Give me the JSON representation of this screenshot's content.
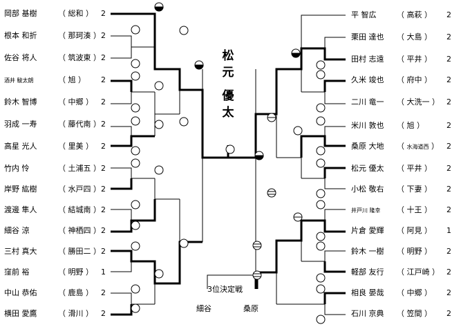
{
  "champion": {
    "chars": [
      "松",
      "元",
      "優",
      "太"
    ]
  },
  "third_place": {
    "title": "3位決定戦",
    "left": "細谷",
    "right": "桑原"
  },
  "left_players": [
    {
      "name": "岡部 基樹",
      "team": "総和",
      "score": "2"
    },
    {
      "name": "根本 和折",
      "team": "那珂湊",
      "score": "2"
    },
    {
      "name": "佐谷 将人",
      "team": "筑波東",
      "score": "2"
    },
    {
      "name": "酒井 駿太朗",
      "team": "旭",
      "score": "2"
    },
    {
      "name": "鈴木 智博",
      "team": "中郷",
      "score": "2"
    },
    {
      "name": "羽成 一寿",
      "team": "藤代南",
      "score": "2"
    },
    {
      "name": "高星 光人",
      "team": "里美",
      "score": "2"
    },
    {
      "name": "竹内 怜",
      "team": "土浦五",
      "score": "2"
    },
    {
      "name": "岸野 紘樹",
      "team": "水戸四",
      "score": "2"
    },
    {
      "name": "渡邊 隼人",
      "team": "結城南",
      "score": "2"
    },
    {
      "name": "細谷 涼",
      "team": "神栖四",
      "score": "2"
    },
    {
      "name": "三村 真大",
      "team": "勝田二",
      "score": "2"
    },
    {
      "name": "窪前 裕",
      "team": "明野",
      "score": "1"
    },
    {
      "name": "中山 恭佑",
      "team": "鹿島",
      "score": "2"
    },
    {
      "name": "横田 愛鷹",
      "team": "滑川",
      "score": "2"
    }
  ],
  "right_players": [
    {
      "name": "平 智広",
      "team": "高萩",
      "score": "2"
    },
    {
      "name": "栗田 達也",
      "team": "大島",
      "score": "2"
    },
    {
      "name": "田村 志遠",
      "team": "平井",
      "score": "2"
    },
    {
      "name": "久米 竣也",
      "team": "府中",
      "score": "2"
    },
    {
      "name": "二川 竜一",
      "team": "大洗一",
      "score": "2"
    },
    {
      "name": "米川 敦也",
      "team": "旭",
      "score": "2"
    },
    {
      "name": "桑原 大地",
      "team": "水海道西",
      "score": "2"
    },
    {
      "name": "松元 優太",
      "team": "平井",
      "score": "2"
    },
    {
      "name": "小松 敬右",
      "team": "下妻",
      "score": "2"
    },
    {
      "name": "井戸川 隆幸",
      "team": "十王",
      "score": "2"
    },
    {
      "name": "片倉 愛輝",
      "team": "阿見",
      "score": "1"
    },
    {
      "name": "鈴木 一樹",
      "team": "明野",
      "score": "2"
    },
    {
      "name": "軽部 友行",
      "team": "江戸崎",
      "score": "2"
    },
    {
      "name": "相良 晏哉",
      "team": "中郷",
      "score": "2"
    },
    {
      "name": "石川 京典",
      "team": "笠間",
      "score": "2"
    }
  ]
}
